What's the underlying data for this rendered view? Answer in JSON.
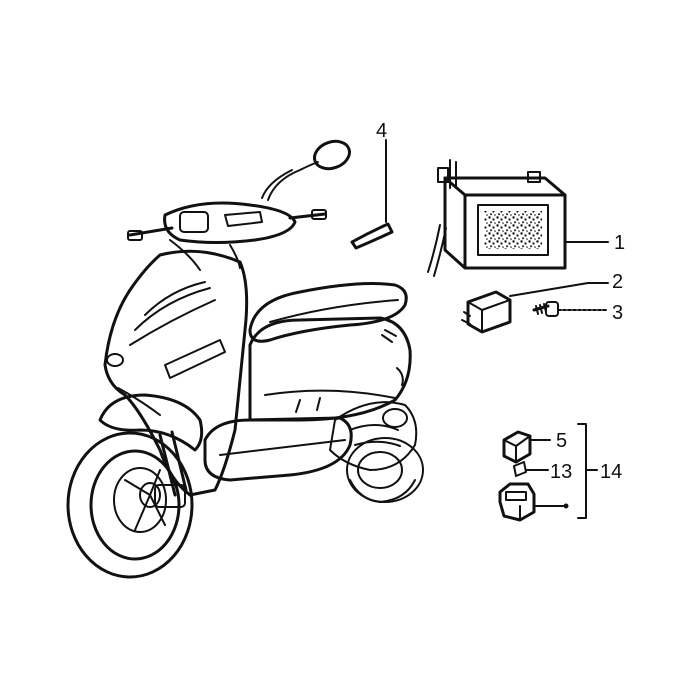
{
  "diagram": {
    "callouts": {
      "battery": "1",
      "relay": "2",
      "screw": "3",
      "vent_tube": "4",
      "fuse_cover": "5",
      "fuse": "13",
      "fuse_kit": "14"
    },
    "colors": {
      "ink": "#111111",
      "background": "#ffffff"
    }
  }
}
